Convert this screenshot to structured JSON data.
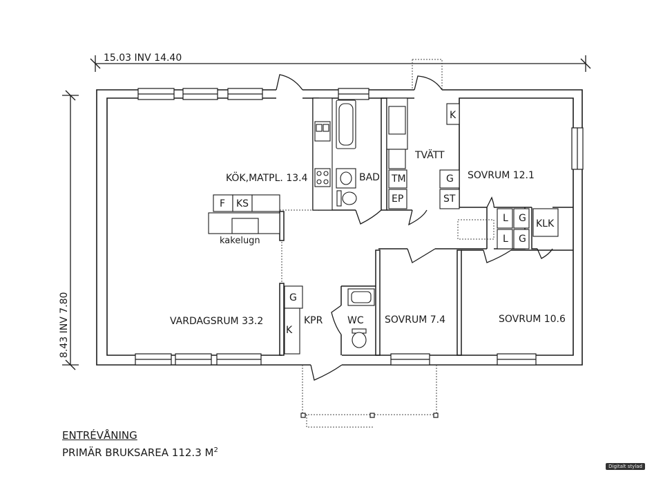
{
  "dimensions": {
    "width_label": "15.03 INV 14.40",
    "height_label": "8.43 INV 7.80"
  },
  "rooms": {
    "kitchen": "KÖK,MATPL. 13.4",
    "bath": "BAD",
    "laundry": "TVÄTT",
    "bedroom1": "SOVRUM 12.1",
    "living": "VARDAGSRUM  33.2",
    "hall": "KPR",
    "wc": "WC",
    "bedroom2": "SOVRUM 7.4",
    "bedroom3": "SOVRUM  10.6"
  },
  "fixtures": {
    "fridge": "F",
    "freezer": "KS",
    "stove": "kakelugn",
    "dryer": "TM",
    "electric": "EP",
    "closet_g": "G",
    "closet_st": "ST",
    "closet_k": "K",
    "linen_l": "L",
    "klk": "KLK"
  },
  "footer": {
    "floor_title": "ENTRÉVÅNING",
    "area_text": "PRIMÄR  BRUKSAREA  112.3  M",
    "area_sup": "2",
    "badge": "Digitalt stylad"
  }
}
